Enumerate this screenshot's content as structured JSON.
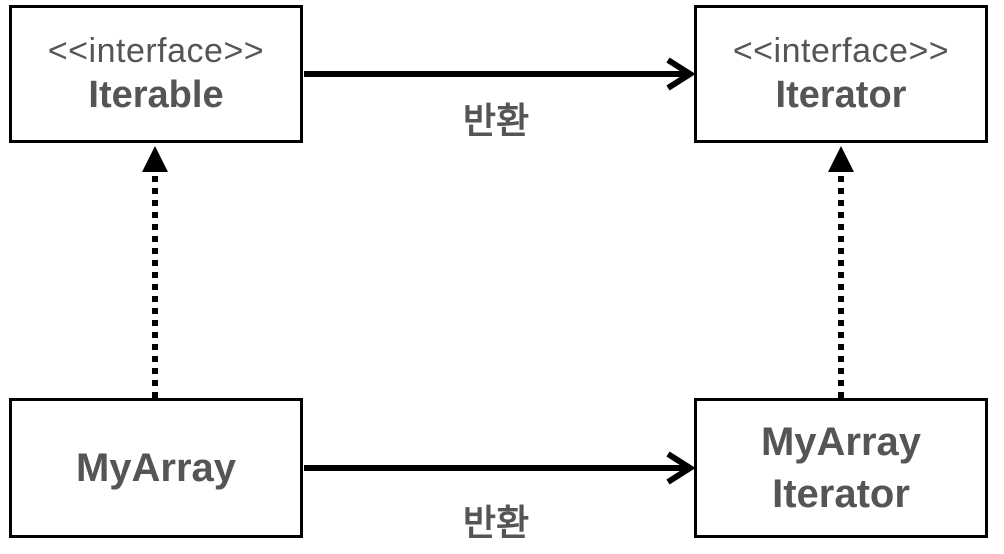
{
  "nodes": {
    "iterable": {
      "stereotype": "<<interface>>",
      "name": "Iterable"
    },
    "iterator": {
      "stereotype": "<<interface>>",
      "name": "Iterator"
    },
    "myarray": {
      "name": "MyArray"
    },
    "myarray_iterator": {
      "name_line1": "MyArray",
      "name_line2": "Iterator"
    }
  },
  "edges": {
    "iterable_to_iterator": {
      "label": "반환"
    },
    "myarray_to_myarray_iterator": {
      "label": "반환"
    }
  },
  "colors": {
    "stroke": "#000000",
    "text": "#555555"
  }
}
